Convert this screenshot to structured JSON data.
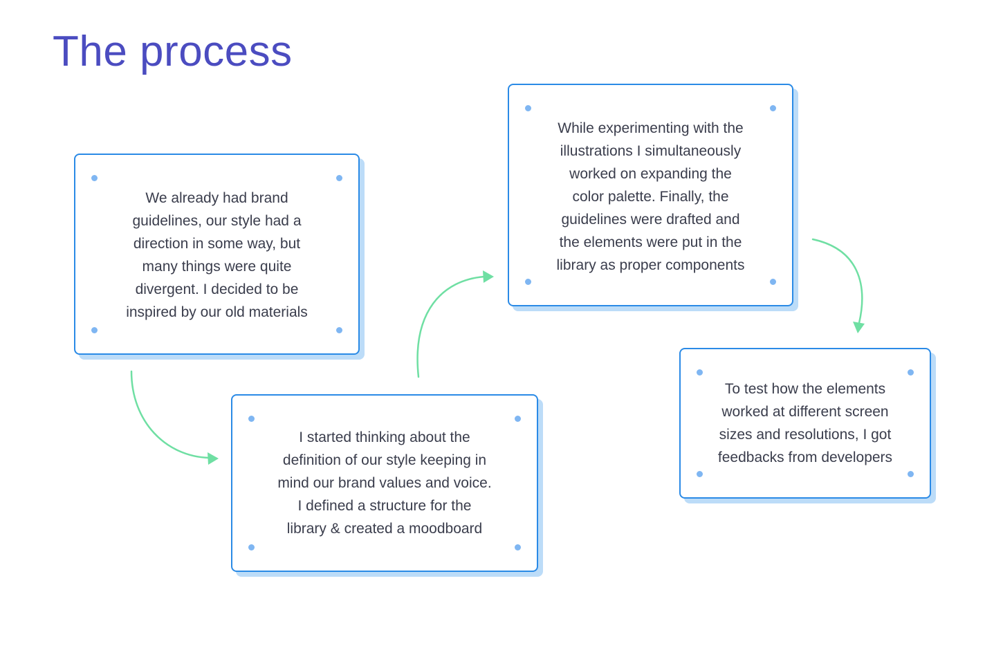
{
  "title": "The process",
  "colors": {
    "title": "#4b4cc0",
    "card_border": "#2a8ae6",
    "card_shadow": "#bcdcf8",
    "dot": "#7fb6f2",
    "arrow": "#6fdfa3",
    "text": "#3a3d4c"
  },
  "steps": [
    {
      "text": "We already had brand\nguidelines, our style had a\ndirection in some way, but\nmany things were quite\ndivergent. I decided to be\ninspired by our old materials"
    },
    {
      "text": "I started thinking about the\ndefinition of our style keeping in\nmind our brand values and voice.\nI defined a  structure for the\nlibrary & created a moodboard"
    },
    {
      "text": "While experimenting with the\nillustrations I simultaneously\nworked on expanding the\ncolor palette. Finally, the\nguidelines were drafted and\nthe elements were put in the\nlibrary as proper components"
    },
    {
      "text": "To test how the elements\nworked at different screen\nsizes and resolutions, I got\nfeedbacks from developers"
    }
  ]
}
